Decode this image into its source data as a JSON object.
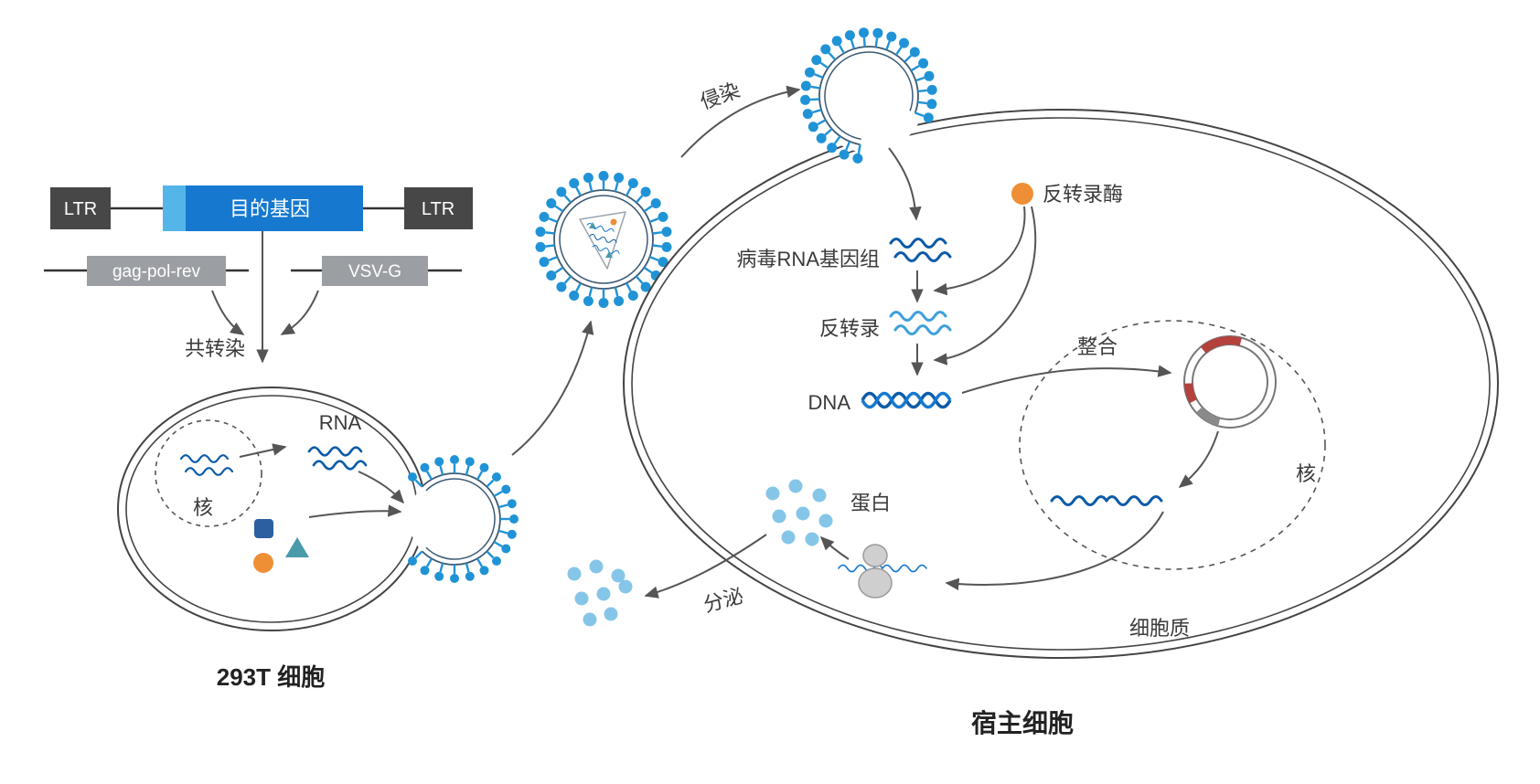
{
  "palette": {
    "dark_blue": "#0d5ba8",
    "medium_blue": "#1679cf",
    "light_blue": "#53b5e8",
    "spike_blue": "#2093d6",
    "orange": "#ef8f35",
    "teal": "#4a9aab",
    "red_segment": "#b5413d",
    "dark_gray_box": "#474747",
    "gray_box": "#9b9fa3",
    "arrow_gray": "#555555"
  },
  "construct": {
    "ltr_left": "LTR",
    "target_gene": "目的基因",
    "ltr_right": "LTR",
    "gag_pol_rev": "gag-pol-rev",
    "vsv_g": "VSV-G",
    "cotransfection": "共转染"
  },
  "cell_293t": {
    "nucleus": "核",
    "rna": "RNA",
    "name": "293T 细胞"
  },
  "virus": {
    "infection": "侵染"
  },
  "host": {
    "reverse_transcriptase": "反转录酶",
    "viral_rna_genome": "病毒RNA基因组",
    "reverse_transcription": "反转录",
    "dna": "DNA",
    "integration": "整合",
    "nucleus": "核",
    "protein": "蛋白",
    "secretion": "分泌",
    "cytoplasm": "细胞质",
    "name": "宿主细胞"
  }
}
